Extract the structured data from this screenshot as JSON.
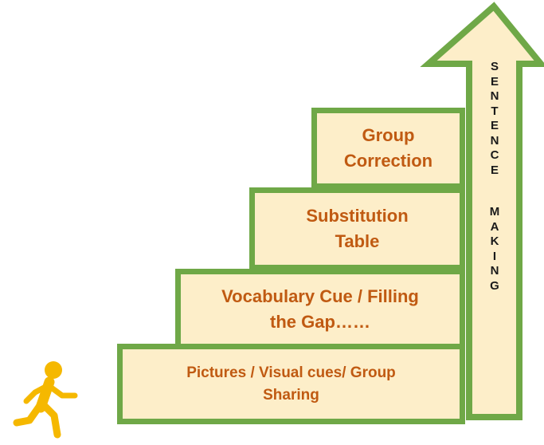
{
  "steps": [
    {
      "line1": "Pictures / Visual cues/ Group",
      "line2": "Sharing"
    },
    {
      "line1": "Vocabulary Cue / Filling",
      "line2": "the Gap……"
    },
    {
      "line1": "Substitution",
      "line2": "Table"
    },
    {
      "line1": "Group",
      "line2": "Correction"
    }
  ],
  "arrow": {
    "word1": [
      "S",
      "E",
      "N",
      "T",
      "E",
      "N",
      "C",
      "E"
    ],
    "word2": [
      "M",
      "A",
      "K",
      "I",
      "N",
      "G"
    ]
  },
  "colors": {
    "step_fill": "#fdeec9",
    "step_border": "#6fa847",
    "step_text": "#c05a12",
    "arrow_fill": "#fdeec9",
    "arrow_border": "#6fa847",
    "runner": "#f5b800"
  },
  "icons": {
    "runner": "walking-person-icon"
  }
}
